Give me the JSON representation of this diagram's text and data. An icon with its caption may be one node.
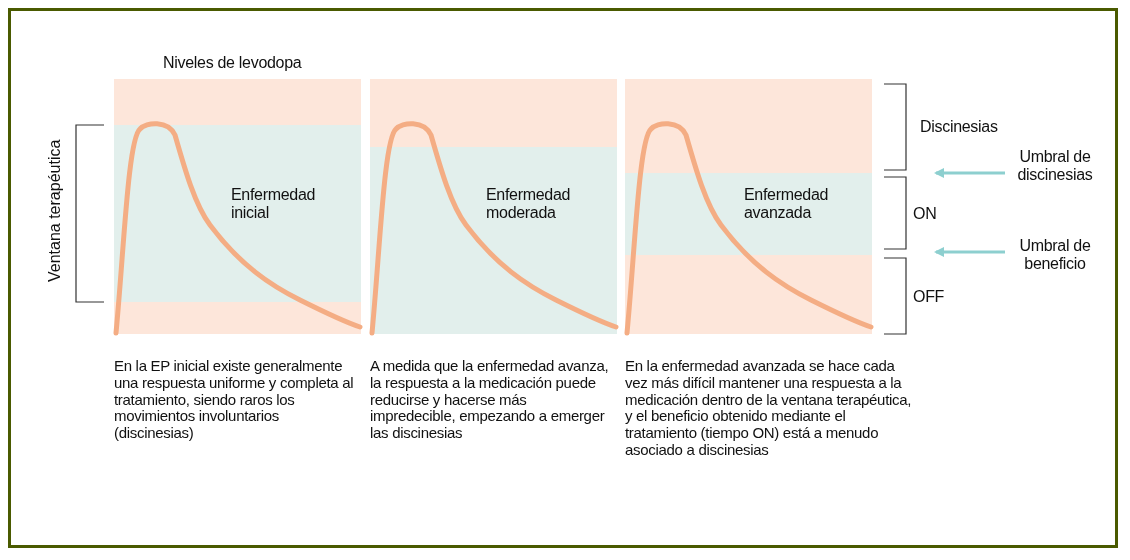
{
  "diagram": {
    "nodes": [
      {
        "text": [
          "Umbral de discinesias"
        ]
      },
      {
        "text": [
          "Umbral de beneficio"
        ]
      }
    ],
    "edges": [
      {
        "from": 0,
        "to": null,
        "arrow": "to"
      },
      {
        "from": 1,
        "to": null,
        "arrow": "to"
      }
    ],
    "labels": [
      "Niveles de levodopa",
      "Ventana terapéutica",
      "Enfermedad inicial",
      "Enfermedad moderada",
      "Enfermedad avanzada",
      "Discinesias",
      "ON",
      "OFF",
      "En la EP inicial existe generalmente una respuesta uniforme y completa al tratamiento, siendo raros los movimientos involuntarios (discinesias)",
      "A medida que la enfermedad avanza, la respuesta a la medicación puede reducirse y hacerse más impredecible, empezando a emerger las discinesias",
      "En la enfermedad avanzada se hace cada vez más difícil mantener una respuesta a la medicación dentro de la ventana terapéutica, y el beneficio obtenido mediante el tratamiento (tiempo ON) está a menudo asociado a discinesias"
    ]
  }
}
